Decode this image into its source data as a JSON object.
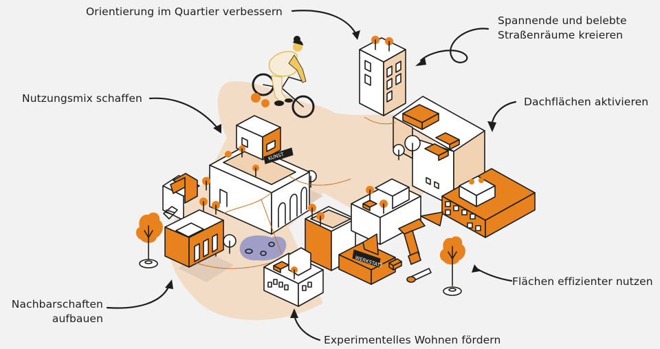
{
  "colors": {
    "background": "#f2f2f2",
    "accent_orange": "#e8821e",
    "ground_beige": "#f2dcc6",
    "outline": "#1d1d1b",
    "cyclist_yellow": "#f0c75e",
    "pond_blue": "#8f93c8"
  },
  "labels": {
    "orientierung": "Orientierung im Quartier verbessern",
    "spannende_line1": "Spannende und belebte",
    "spannende_line2": "Straßenräume kreieren",
    "nutzungsmix": "Nutzungsmix schaffen",
    "dachflaechen": "Dachflächen aktivieren",
    "nachbarschaften_line1": "Nachbarschaften",
    "nachbarschaften_line2": "aufbauen",
    "flaechen": "Flächen effizienter nutzen",
    "experimentelles": "Experimentelles Wohnen fördern"
  },
  "signs": {
    "kunst": "KUNST",
    "werkstatt": "WERKSTATT"
  },
  "icons": [
    "arrow-icon",
    "cyclist-icon",
    "tree-icon",
    "umbrella-icon",
    "excavator-icon",
    "saw-icon",
    "bricks-icon",
    "bunting-icon",
    "pond-icon"
  ]
}
